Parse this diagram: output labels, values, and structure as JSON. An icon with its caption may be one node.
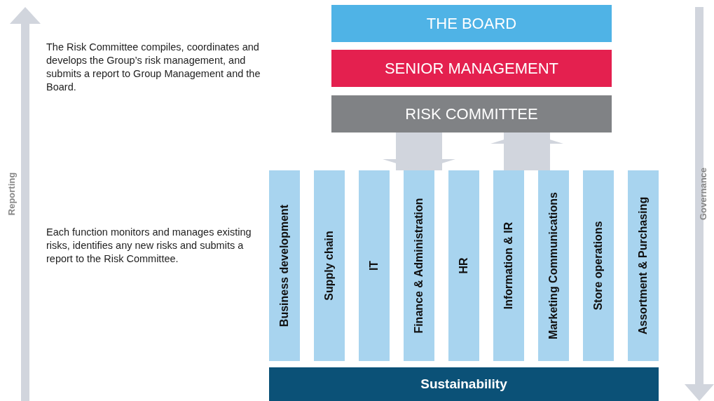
{
  "diagram": {
    "nodes": [
      {
        "text": [
          "THE BOARD"
        ]
      },
      {
        "text": [
          "SENIOR MANAGEMENT"
        ]
      },
      {
        "text": [
          "RISK COMMITTEE"
        ]
      },
      {
        "text": [
          "Business development"
        ]
      },
      {
        "text": [
          "Supply chain"
        ]
      },
      {
        "text": [
          "IT"
        ]
      },
      {
        "text": [
          "Finance & Administration"
        ]
      },
      {
        "text": [
          "HR"
        ]
      },
      {
        "text": [
          "Information & IR"
        ]
      },
      {
        "text": [
          "Marketing Communications"
        ]
      },
      {
        "text": [
          "Store operations"
        ]
      },
      {
        "text": [
          "Assortment & Purchasing"
        ]
      },
      {
        "text": [
          "Sustainability"
        ]
      }
    ],
    "edges": [
      {
        "from": 2,
        "to": 6,
        "arrow": "to"
      },
      {
        "from": 8,
        "to": 2,
        "arrow": "to"
      }
    ],
    "labels": [
      "The Risk Committee compiles, coordinates and develops the Group’s risk management, and submits a report to Group Management and the Board.",
      "Reporting",
      "Each function monitors and manages existing risks, identifies any new risks and submits a report to the Risk Committee.",
      "Governance"
    ]
  }
}
